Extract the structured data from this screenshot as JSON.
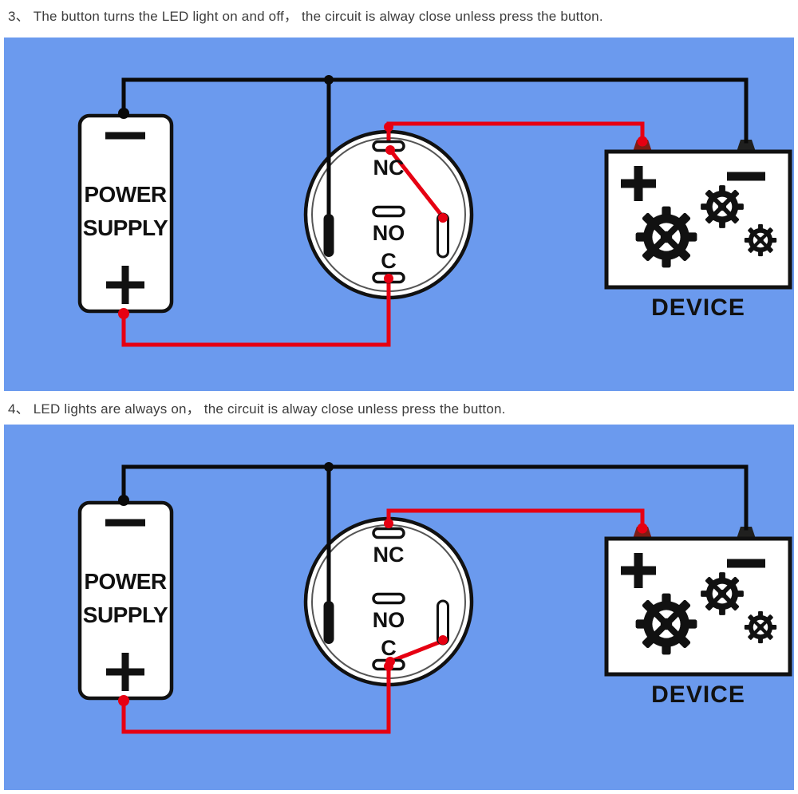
{
  "colors": {
    "panel-blue": "#6b9aee",
    "wire-red": "#e60012",
    "wire-black": "#0a0a0a",
    "ink": "#111111",
    "paper": "#ffffff",
    "caption-ink": "#3c3c3c"
  },
  "captions": {
    "item3": "3、 The button turns the LED light on and off， the circuit is alway close unless press the button.",
    "item4": "4、 LED lights are always on， the circuit is alway close unless press the button."
  },
  "power_supply": {
    "line1": "POWER",
    "line2": "SUPPLY"
  },
  "polarity": {
    "plus": "+",
    "minus": "−"
  },
  "button": {
    "nc": "NC",
    "no": "NO",
    "c": "C"
  },
  "device": {
    "label": "DEVICE"
  }
}
